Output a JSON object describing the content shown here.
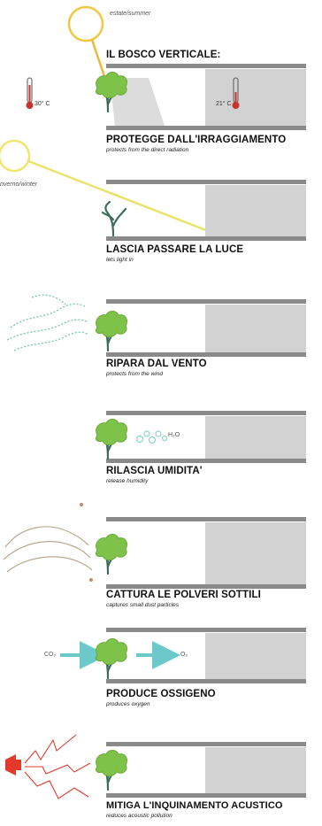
{
  "top": {
    "season_summer": "estate/summer",
    "title": "IL BOSCO VERTICALE:",
    "temp_outside": "30° C",
    "temp_inside": "21° C",
    "season_winter": "nverno/winter"
  },
  "panels": [
    {
      "title": "PROTEGGE DALL'IRRAGGIAMENTO",
      "subtitle": "protects from the direct radiation"
    },
    {
      "title": "LASCIA PASSARE LA LUCE",
      "subtitle": "lets light in"
    },
    {
      "title": "RIPARA  DAL VENTO",
      "subtitle": "protects from the wind"
    },
    {
      "title": "RILASCIA UMIDITA'",
      "subtitle": "release humidity"
    },
    {
      "title": "CATTURA LE POLVERI SOTTILI",
      "subtitle": "captures small dust particles"
    },
    {
      "title": "PRODUCE OSSIGENO",
      "subtitle": "produces oxygen"
    },
    {
      "title": "MITIGA L'INQUINAMENTO ACUSTICO",
      "subtitle": "reduces acoustic pollution"
    }
  ],
  "labels": {
    "water": "H₂O",
    "co2": "CO₂",
    "o2": "O₂"
  },
  "colors": {
    "sun": "#f2c744",
    "ray": "#e9e36a",
    "tree_leaf": "#7fc24a",
    "tree_trunk": "#3a6e58",
    "slab": "#8a8a8a",
    "wall": "#d2d2d2",
    "thermo": "#c8332b",
    "water": "#8fd3d0",
    "co2_arrow": "#6cc9c9",
    "noise": "#e23a2a"
  }
}
